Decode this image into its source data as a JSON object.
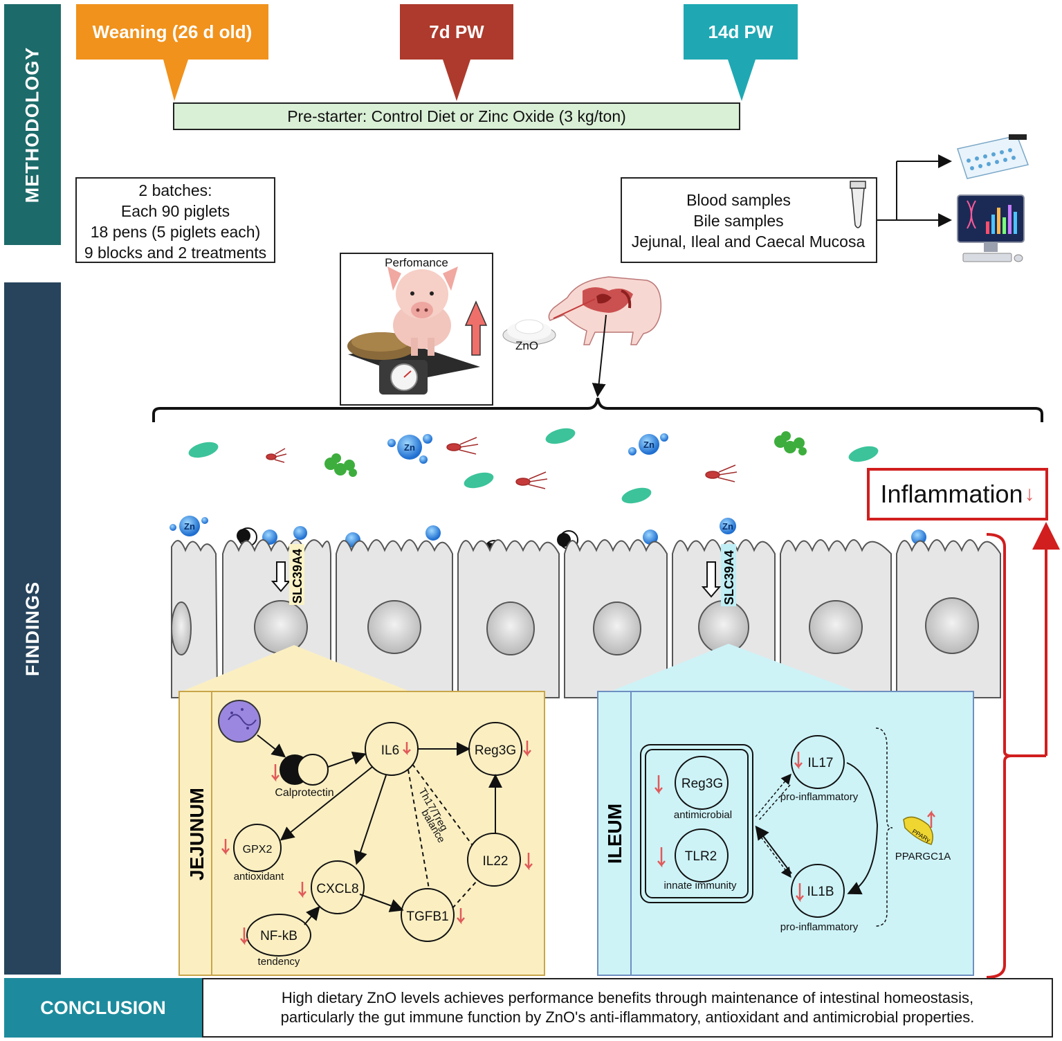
{
  "sections": {
    "methodology": "METHODOLOGY",
    "findings": "FINDINGS",
    "conclusion": "CONCLUSION"
  },
  "timeline": {
    "weaning": "Weaning (26 d old)",
    "pw7": "7d PW",
    "pw14": "14d PW",
    "bar": "Pre-starter: Control Diet or Zinc Oxide (3 kg/ton)"
  },
  "design": {
    "line1": "2 batches:",
    "line2": "Each 90 piglets",
    "line3": "18 pens (5 piglets each)",
    "line4": "9 blocks and 2 treatments"
  },
  "samples": {
    "line1": "Blood samples",
    "line2": "Bile samples",
    "line3": "Jejunal, Ileal and Caecal Mucosa"
  },
  "performance_label": "Perfomance",
  "zno_label": "ZnO",
  "zn_label": "Zn",
  "transporter": "SLC39A4",
  "inflammation": "Inflammation",
  "jejunum": {
    "title": "JEJUNUM",
    "calprotectin": "Calprotectin",
    "il6": "IL6",
    "reg3g": "Reg3G",
    "gpx2": "GPX2",
    "antioxidant": "antioxidant",
    "cxcl8": "CXCL8",
    "il22": "IL22",
    "tgfb1": "TGFB1",
    "nfkb": "NF-kB",
    "tendency": "tendency",
    "balance1": "Th17/Treg",
    "balance2": "balance"
  },
  "ileum": {
    "title": "ILEUM",
    "reg3g": "Reg3G",
    "antimicrobial": "antimicrobial",
    "tlr2": "TLR2",
    "innate": "innate immunity",
    "il17": "IL17",
    "il1b": "IL1B",
    "proinf": "pro-inflammatory",
    "pparg": "PPARγ",
    "ppargc1a": "PPARGC1A"
  },
  "conclusion": {
    "line1": "High dietary ZnO levels achieves performance benefits through maintenance of intestinal homeostasis,",
    "line2": "particularly the gut immune function by ZnO's anti-iflammatory, antioxidant and antimicrobial properties."
  },
  "colors": {
    "methodology": "#1d6a6a",
    "findings": "#27445c",
    "weaning": "#f0921c",
    "pw7": "#ad3a2c",
    "pw14": "#1fa8b3",
    "jejunum_bg": "#fbefc2",
    "ileum_bg": "#cdf3f7",
    "down_arrow": "#e05a5a",
    "red": "#d11e1e"
  }
}
